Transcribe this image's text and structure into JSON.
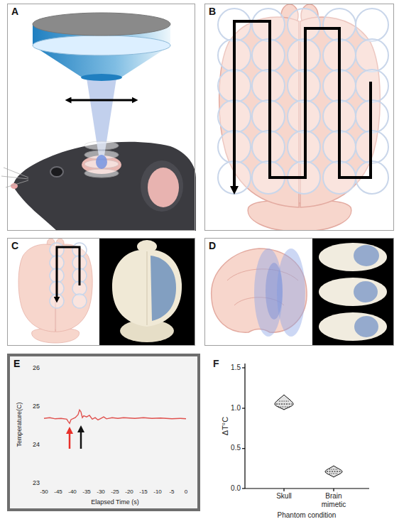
{
  "diagram": {
    "nodes": [
      {
        "text": [
          "A"
        ]
      },
      {
        "text": [
          "B"
        ]
      },
      {
        "text": [
          "C"
        ]
      },
      {
        "text": [
          "D"
        ]
      },
      {
        "text": [
          "E"
        ]
      }
    ],
    "labels": [
      "F",
      "26",
      "25",
      "24",
      "23",
      "Temperature(C)",
      "-50",
      "-45",
      "-40",
      "-35",
      "-30",
      "-25",
      "-20",
      "-15",
      "-10",
      "-5",
      "0",
      "Elapsed Time (s)",
      "1.5",
      "1.0",
      "0.5",
      "0.0",
      "ΔT°C",
      "Skull",
      "Brain mimetic",
      "Phantom condition"
    ]
  }
}
